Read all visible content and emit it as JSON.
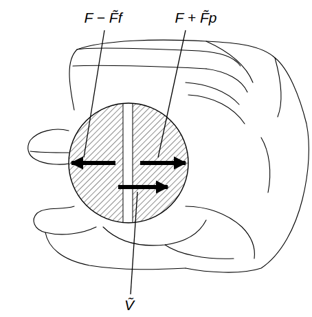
{
  "diagram": {
    "labels": [
      "F − F̃f",
      "F + F̃p",
      "Ṽ"
    ]
  }
}
